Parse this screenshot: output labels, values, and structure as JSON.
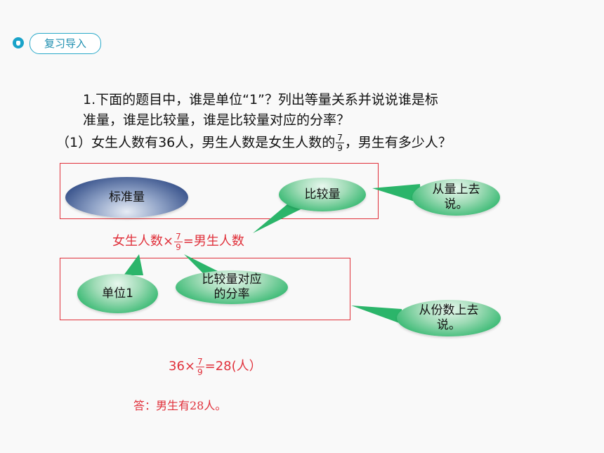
{
  "section_tag": "复习导入",
  "question": {
    "line1": "1.下面的题目中，谁是单位“1”？列出等量关系并说说谁是标",
    "line2": "准量，谁是比较量，谁是比较量对应的分率？",
    "sub_prefix": "（1）女生人数有36人，男生人数是女生人数的",
    "sub_suffix": "，男生有多少人？",
    "fraction_num": "7",
    "fraction_den": "9"
  },
  "bubbles": {
    "standard": "标准量",
    "compare": "比较量",
    "from_quantity": "从量上去说。",
    "unit_one": "单位1",
    "compare_rate": "比较量对应的分率",
    "from_parts": "从份数上去说。"
  },
  "equation": {
    "left": "女生人数×",
    "num": "7",
    "den": "9",
    "right": "=男生人数"
  },
  "calc": {
    "left": "36×",
    "num": "7",
    "den": "9",
    "right": "=28(人）"
  },
  "answer": "答：男生有28人。",
  "colors": {
    "accent_blue": "#1aa3c9",
    "red": "#e0303a",
    "green": "#2bb56a",
    "navy": "#2f4a85"
  },
  "icons": {
    "section_badge": "shield-badge-icon"
  }
}
